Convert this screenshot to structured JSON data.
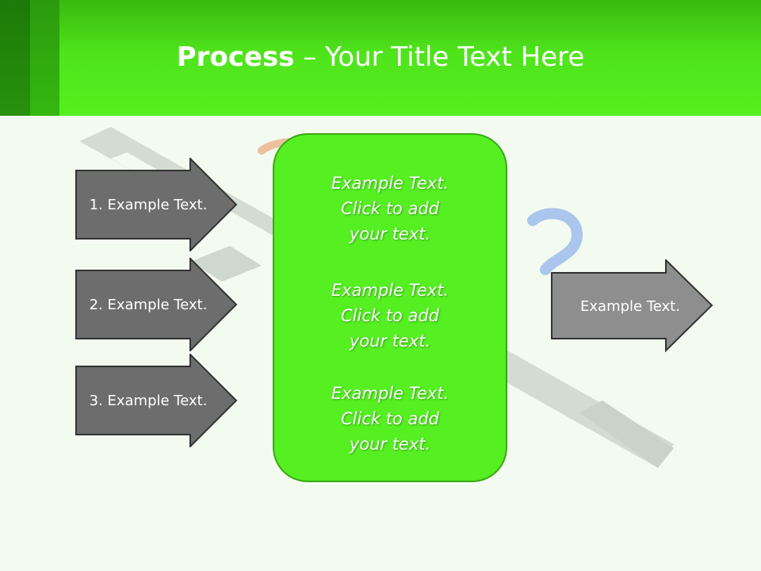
{
  "header": {
    "title_bold": "Process",
    "title_rest": " – Your Title Text Here"
  },
  "inputs": [
    {
      "label": "1. Example Text."
    },
    {
      "label": "2. Example Text."
    },
    {
      "label": "3. Example Text."
    }
  ],
  "center": {
    "items": [
      {
        "line1": "Example Text.",
        "line2": "Click  to add",
        "line3": "your text."
      },
      {
        "line1": "Example Text.",
        "line2": "Click  to add",
        "line3": "your text."
      },
      {
        "line1": "Example Text.",
        "line2": "Click  to add",
        "line3": "your text."
      }
    ]
  },
  "output": {
    "label": "Example Text."
  },
  "colors": {
    "header_green": "#55f01f",
    "center_green": "#55ef22",
    "input_arrow": "#6d6d6d",
    "output_arrow": "#8e8e8e"
  }
}
